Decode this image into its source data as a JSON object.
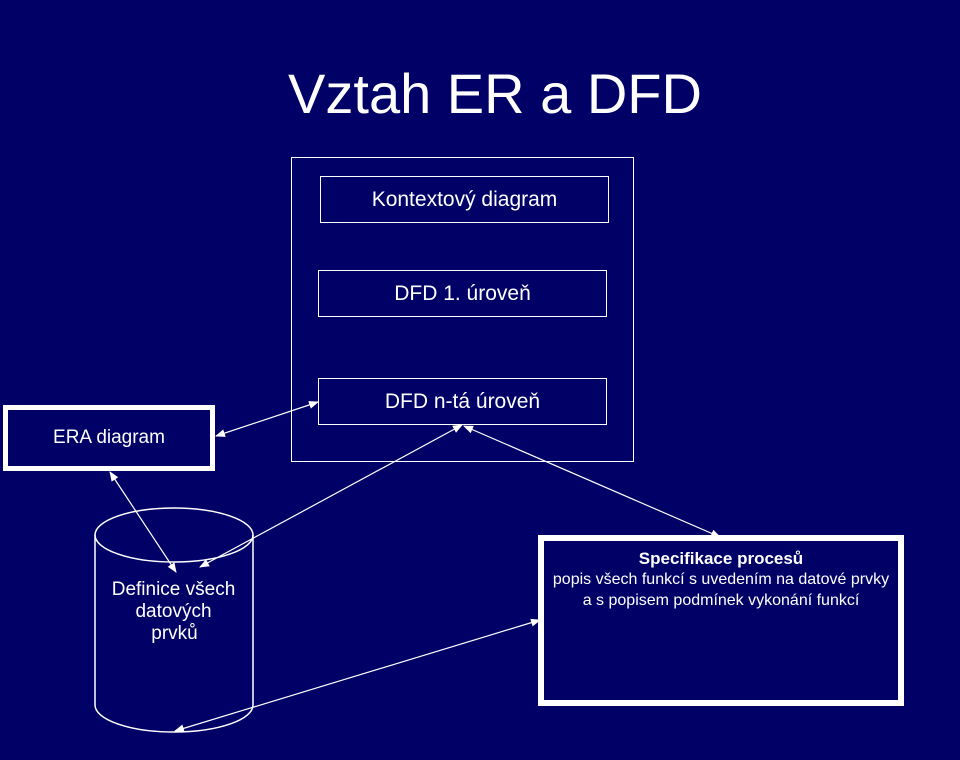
{
  "title": "Vztah ER a DFD",
  "levels": {
    "context": "Kontextový diagram",
    "level1": "DFD 1. úroveň",
    "levelN": "DFD n-tá úroveň"
  },
  "era": {
    "label": "ERA diagram"
  },
  "datastore": {
    "line1": "Definice všech",
    "line2": "datových",
    "line3": "prvků"
  },
  "process_spec": {
    "title": "Specifikace procesů",
    "description": "popis všech funkcí s uvedením na datové prvky a s popisem podmínek vykonání funkcí"
  },
  "colors": {
    "background": "#000066",
    "foreground": "#ffffff"
  }
}
